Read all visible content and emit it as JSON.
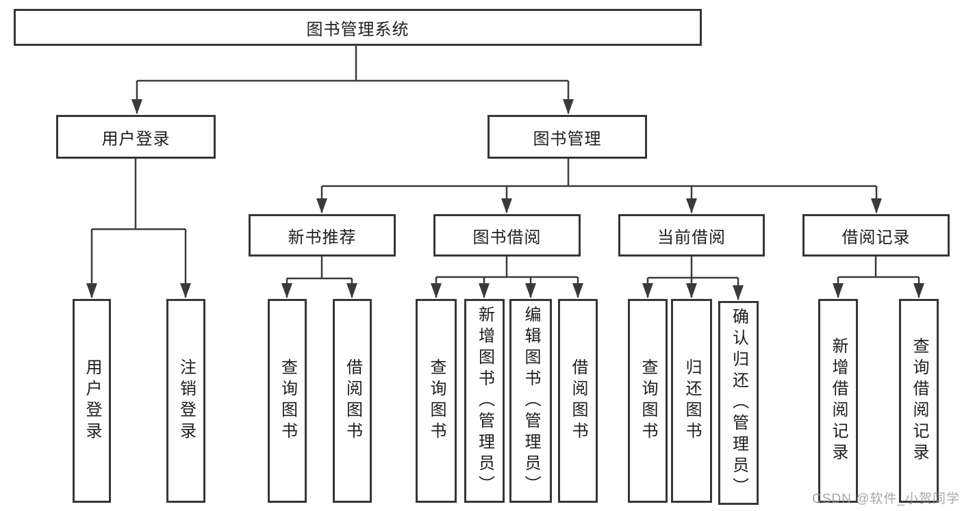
{
  "tree": {
    "root": "图书管理系统",
    "level2": [
      "用户登录",
      "图书管理"
    ],
    "level3": [
      "新书推荐",
      "图书借阅",
      "当前借阅",
      "借阅记录"
    ],
    "leaves": {
      "userLogin": [
        "用户登录",
        "注销登录"
      ],
      "newBooks": [
        "查询图书",
        "借阅图书"
      ],
      "borrow": [
        "查询图书",
        "新增图书（管理员）",
        "编辑图书（管理员）",
        "借阅图书"
      ],
      "current": [
        "查询图书",
        "归还图书",
        "确认归还（管理员）"
      ],
      "records": [
        "新增借阅记录",
        "查询借阅记录"
      ]
    }
  },
  "watermark": "CSDN @软件_小贺同学",
  "colors": {
    "line": "#3a3a3a",
    "border": "#363636",
    "text": "#1d1d1d",
    "watermark": "#919191",
    "background": "#ffffff"
  }
}
